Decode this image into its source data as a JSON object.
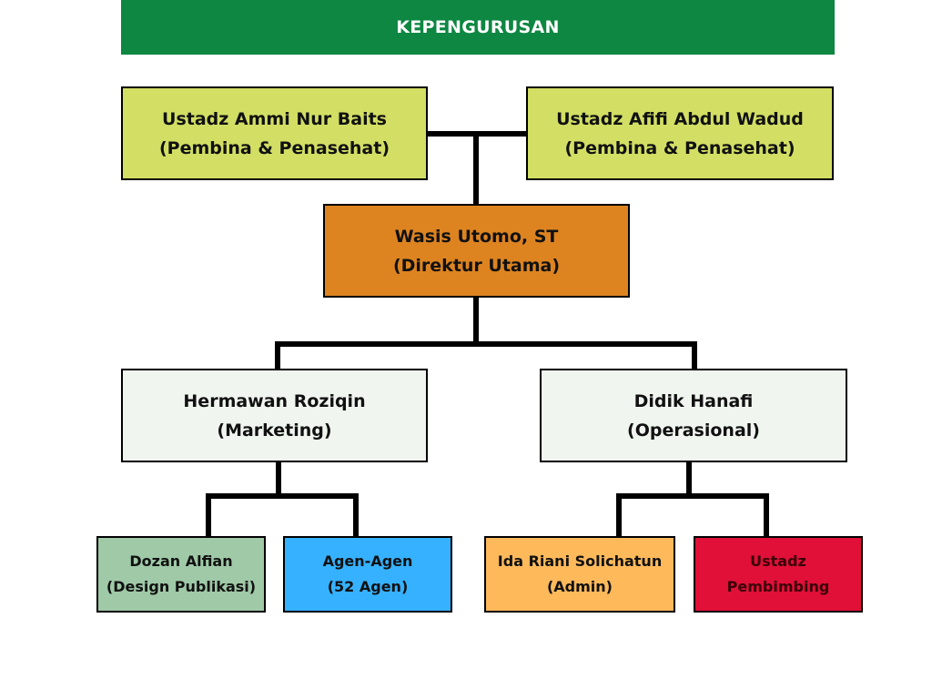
{
  "header": {
    "title": "KEPENGURUSAN",
    "color": "#0d8742"
  },
  "connector_color": "#000000",
  "nodes": {
    "advisor_left": {
      "name": "Ustadz Ammi Nur Baits",
      "role": "(Pembina & Penasehat)",
      "color": "#d2df64"
    },
    "advisor_right": {
      "name": "Ustadz Afifi Abdul Wadud",
      "role": "(Pembina & Penasehat)",
      "color": "#d2df64"
    },
    "director": {
      "name": "Wasis Utomo, ST",
      "role": "(Direktur Utama)",
      "color": "#dd8421"
    },
    "marketing": {
      "name": "Hermawan Roziqin",
      "role": "(Marketing)",
      "color": "#f0f6ef"
    },
    "operations": {
      "name": "Didik Hanafi",
      "role": "(Operasional)",
      "color": "#f0f6ef"
    },
    "design": {
      "name": "Dozan Alfian",
      "role": "(Design Publikasi)",
      "color": "#9fc9a7"
    },
    "agents": {
      "name": "Agen-Agen",
      "role": "(52 Agen)",
      "color": "#36b1ff"
    },
    "admin": {
      "name": "Ida Riani Solichatun",
      "role": "(Admin)",
      "color": "#feb95b"
    },
    "mentor": {
      "name": "Ustadz",
      "role": "Pembimbing",
      "color": "#e01038"
    }
  }
}
